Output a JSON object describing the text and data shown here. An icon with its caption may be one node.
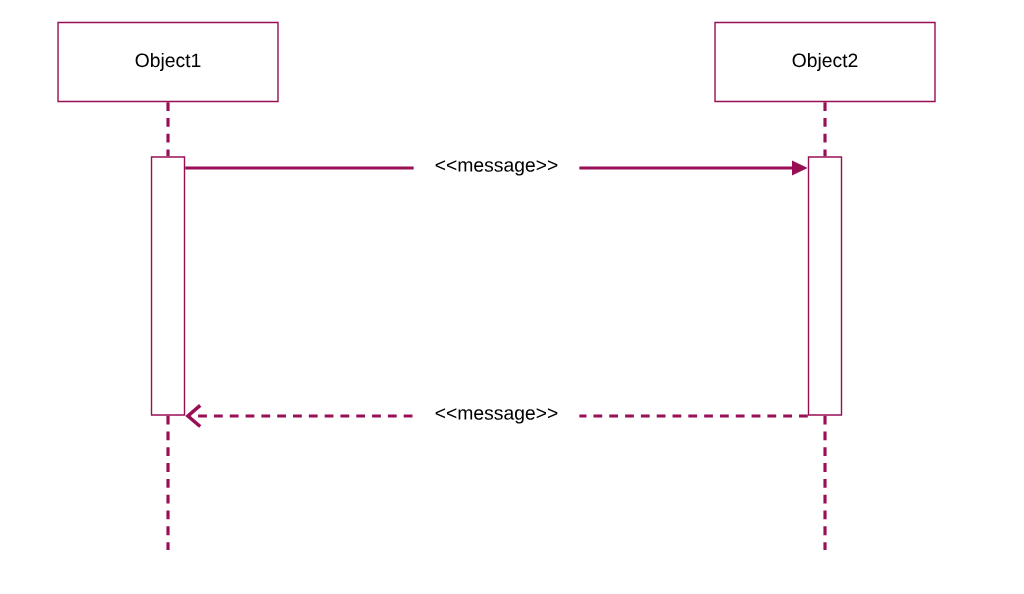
{
  "diagram": {
    "nodes": [
      {
        "text": [
          "Object1"
        ]
      },
      {
        "text": [
          "Object2"
        ]
      },
      {
        "text": [],
        "shape": "bar"
      },
      {
        "text": [],
        "shape": "bar"
      }
    ],
    "edges": [
      {
        "from": 0,
        "to": 2,
        "arrow": "none",
        "style": "dashed"
      },
      {
        "from": 2,
        "to": null,
        "arrow": "none",
        "style": "dashed"
      },
      {
        "from": 1,
        "to": 3,
        "arrow": "none",
        "style": "dashed"
      },
      {
        "from": 3,
        "to": null,
        "arrow": "none",
        "style": "dashed"
      },
      {
        "from": 2,
        "to": 3,
        "arrow": "to",
        "label": "<<message>>"
      },
      {
        "from": 3,
        "to": 2,
        "arrow": "to",
        "style": "dashed",
        "label": "<<message>>"
      }
    ]
  }
}
